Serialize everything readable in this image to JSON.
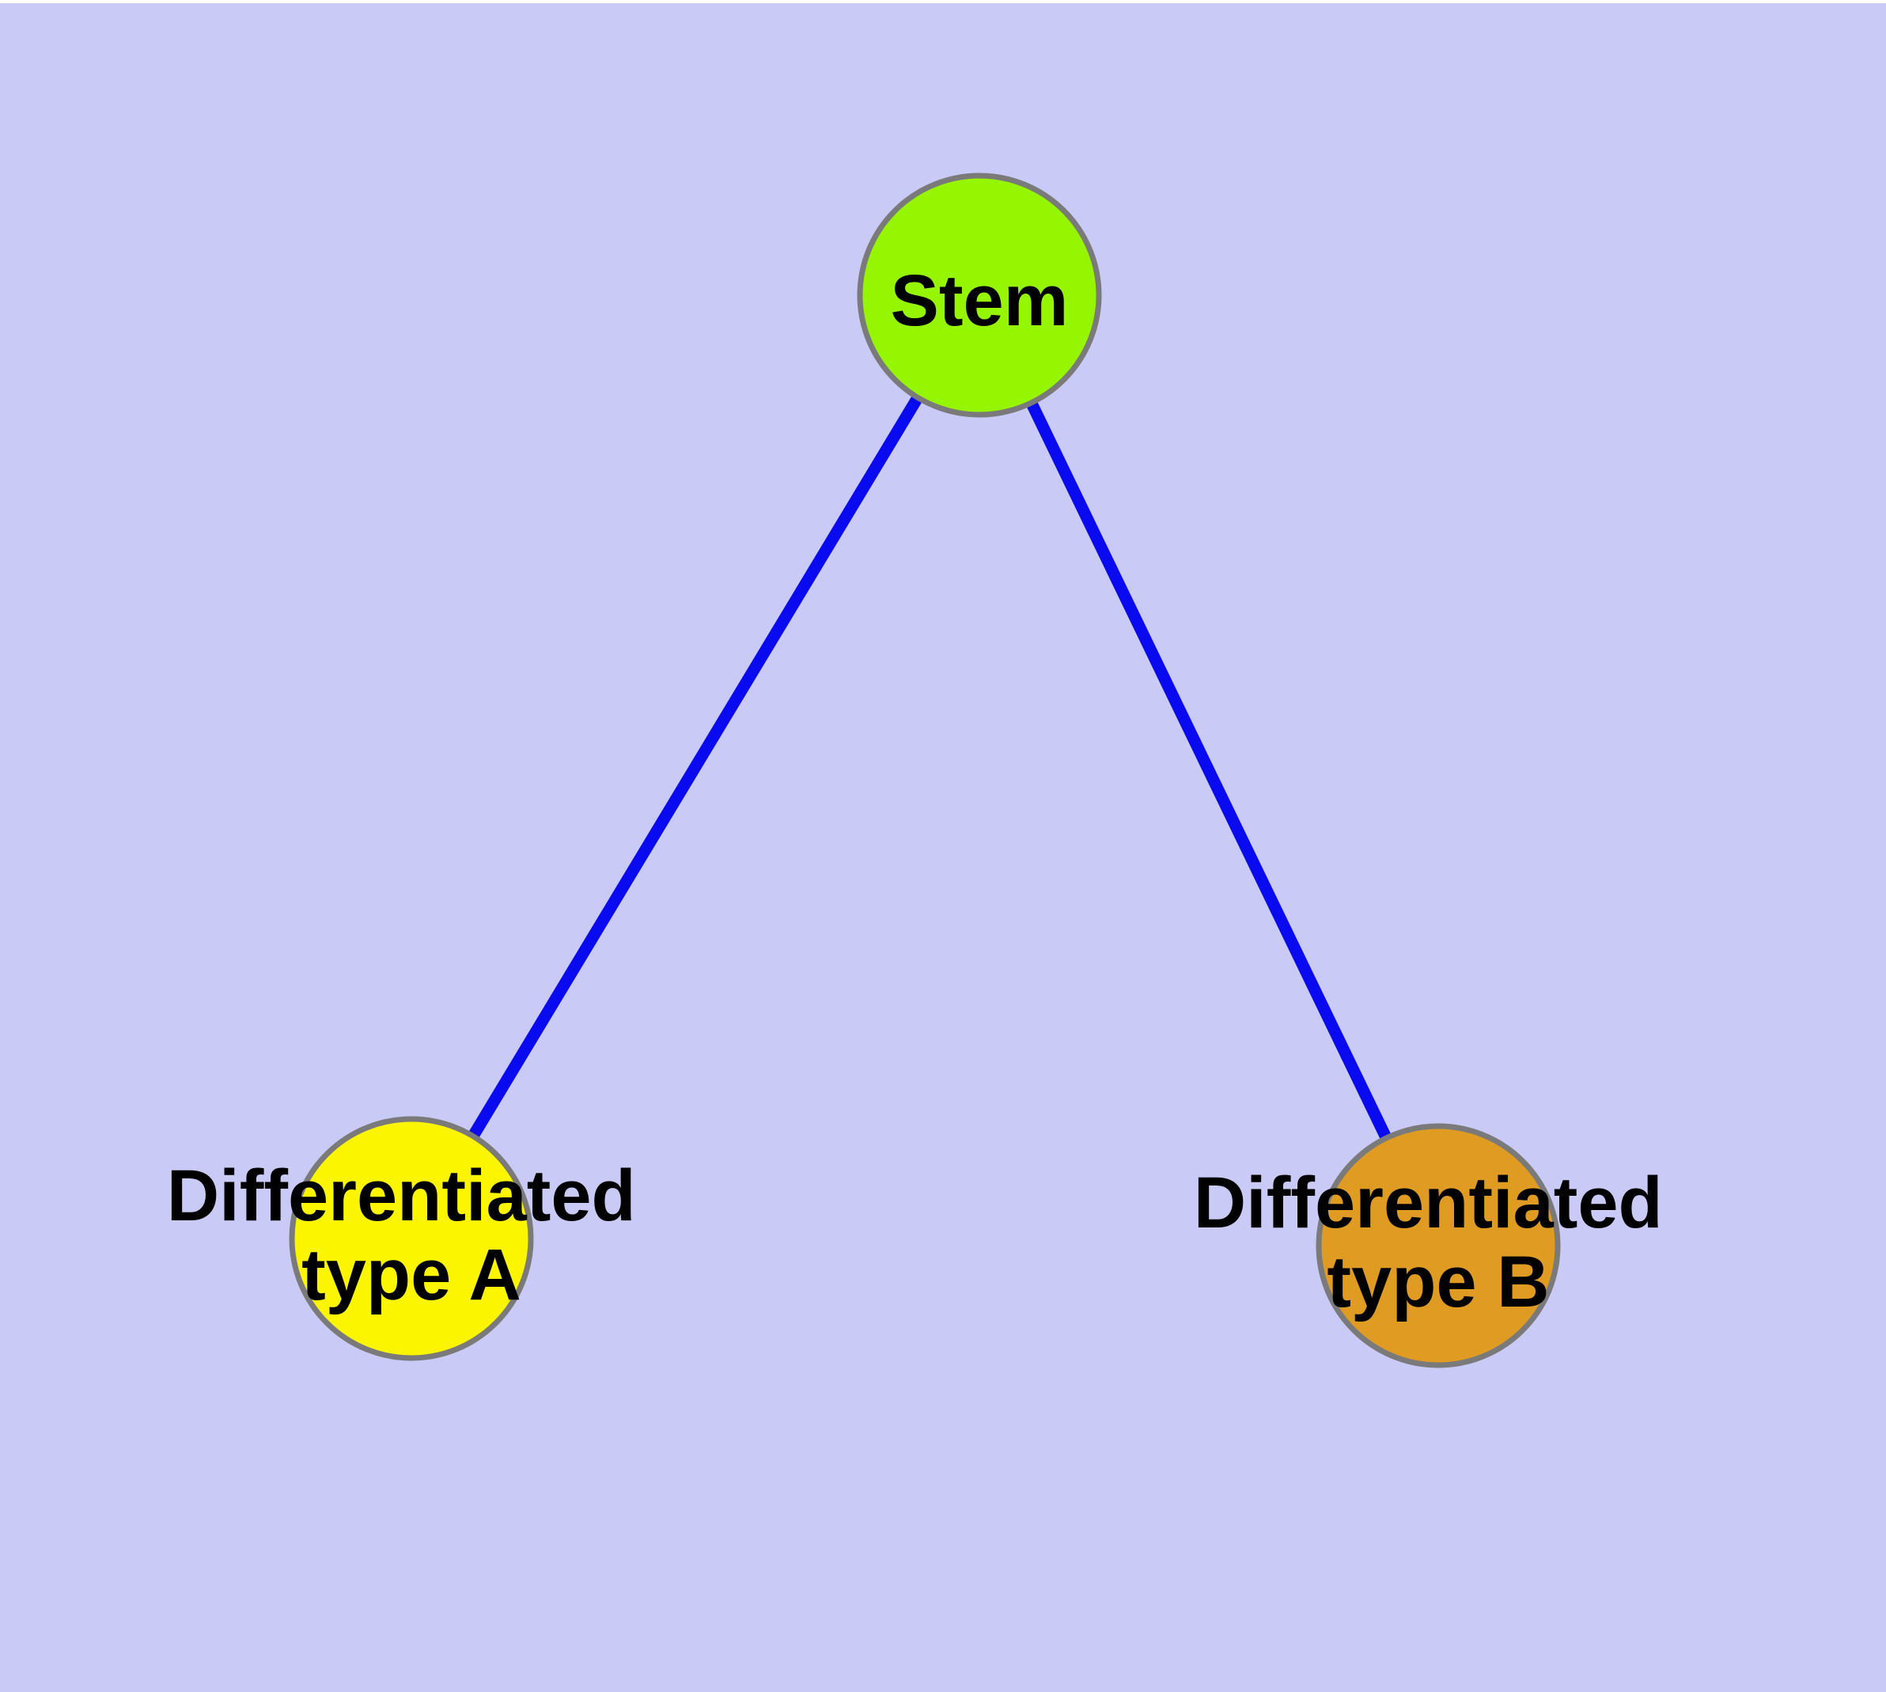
{
  "diagram": {
    "background_color": "#CACAF7",
    "top_margin_color": "#FFFFFF",
    "edge_color": "#0A0AF0",
    "node_border_color": "#7A7A7A",
    "text_color": "#000000",
    "nodes": [
      {
        "id": "stem",
        "label": "Stem",
        "lines": [
          "Stem"
        ],
        "fill": "#96F500"
      },
      {
        "id": "differentiated-type-a",
        "label": "Differentiated type A",
        "lines": [
          "Differentiated",
          "type A"
        ],
        "fill": "#FBF500"
      },
      {
        "id": "differentiated-type-b",
        "label": "Differentiated type B",
        "lines": [
          "Differentiated",
          "type B"
        ],
        "fill": "#E09B23"
      }
    ],
    "edges": [
      {
        "from": "Stem",
        "to": "Differentiated type A"
      },
      {
        "from": "Stem",
        "to": "Differentiated type B"
      }
    ]
  }
}
